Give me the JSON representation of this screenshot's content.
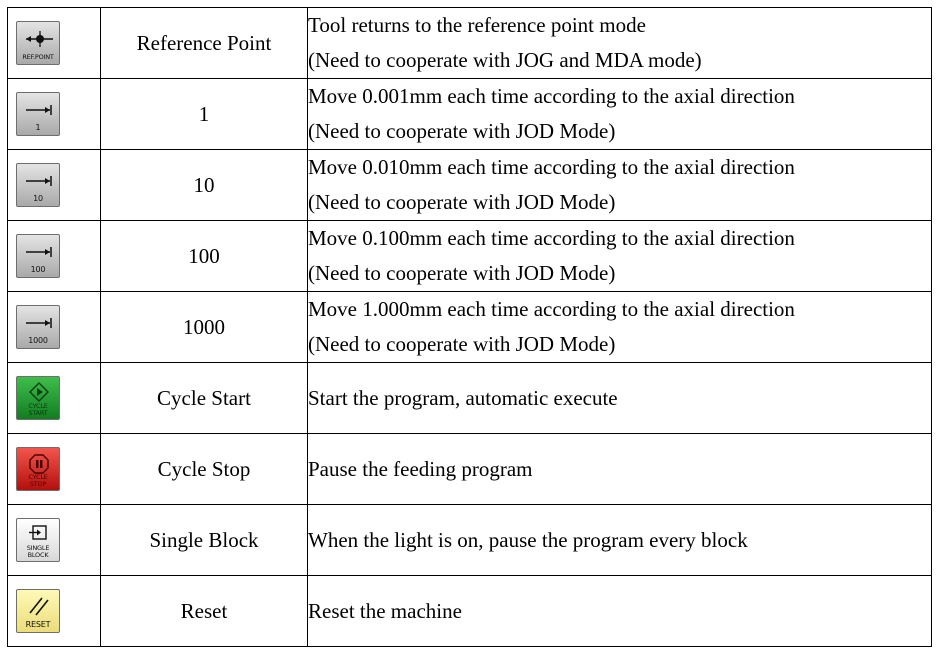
{
  "rows": [
    {
      "icon": "ref-point-icon",
      "icon_label": "REF.POINT",
      "name": "Reference Point",
      "desc": [
        "Tool returns to the reference point mode",
        "(Need to cooperate with JOG and MDA mode)"
      ]
    },
    {
      "icon": "step-1-icon",
      "icon_label": "1",
      "name": "1",
      "desc": [
        "Move 0.001mm each time according to the axial direction",
        "(Need to cooperate with JOD Mode)"
      ]
    },
    {
      "icon": "step-10-icon",
      "icon_label": "10",
      "name": "10",
      "desc": [
        "Move 0.010mm each time according to the axial direction",
        "(Need to cooperate with JOD Mode)"
      ]
    },
    {
      "icon": "step-100-icon",
      "icon_label": "100",
      "name": "100",
      "desc": [
        "Move 0.100mm each time according to the axial direction",
        "(Need to cooperate with JOD Mode)"
      ]
    },
    {
      "icon": "step-1000-icon",
      "icon_label": "1000",
      "name": "1000",
      "desc": [
        "Move 1.000mm each time according to the axial direction",
        "(Need to cooperate with JOD Mode)"
      ]
    },
    {
      "icon": "cycle-start-icon",
      "icon_label": [
        "CYCLE",
        "START"
      ],
      "name": "Cycle Start",
      "desc": [
        "Start the program, automatic execute"
      ]
    },
    {
      "icon": "cycle-stop-icon",
      "icon_label": [
        "CYCLE",
        "STOP"
      ],
      "name": "Cycle Stop",
      "desc": [
        "Pause the feeding program"
      ]
    },
    {
      "icon": "single-block-icon",
      "icon_label": [
        "SINGLE",
        "BLOCK"
      ],
      "name": "Single Block",
      "desc": [
        "When the light is on, pause the program every block"
      ]
    },
    {
      "icon": "reset-icon",
      "icon_label": "RESET",
      "name": "Reset",
      "desc": [
        "Reset the machine"
      ]
    }
  ],
  "colors": {
    "grey_key": "#c4c4c4",
    "green_key": "#1f9a32",
    "red_key": "#d82a22",
    "yellow_key": "#f3ea9a"
  }
}
